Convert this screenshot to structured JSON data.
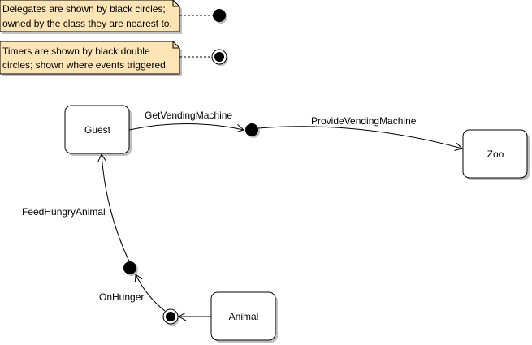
{
  "notes": [
    {
      "line1": "Delegates are shown by black circles;",
      "line2": "owned by the class they are nearest to."
    },
    {
      "line1": "Timers are shown by black double",
      "line2": "circles; shown where events triggered."
    }
  ],
  "classes": {
    "guest": "Guest",
    "zoo": "Zoo",
    "animal": "Animal"
  },
  "edges": {
    "get_vending_machine": "GetVendingMachine",
    "provide_vending_machine": "ProvideVendingMachine",
    "feed_hungry_animal": "FeedHungryAnimal",
    "on_hunger": "OnHunger"
  },
  "colors": {
    "note_fill": "#FFE4B5",
    "shadow": "#C0C0C0"
  }
}
